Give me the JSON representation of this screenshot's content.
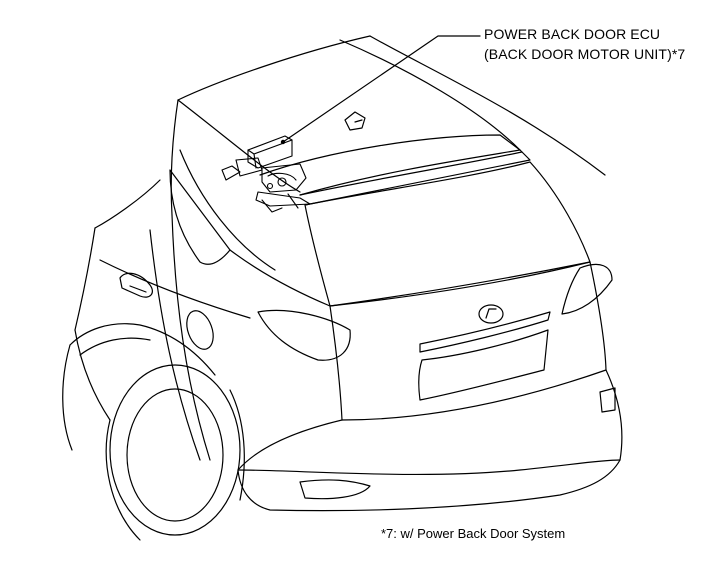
{
  "callout": {
    "line1": "POWER BACK DOOR ECU",
    "line2": "(BACK DOOR MOTOR UNIT)*7"
  },
  "footnote": "*7: w/ Power Back Door System",
  "colors": {
    "stroke": "#000000",
    "background": "#ffffff"
  }
}
